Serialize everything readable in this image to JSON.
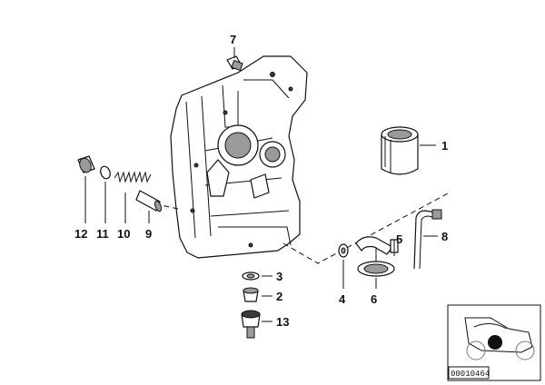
{
  "callouts": [
    "1",
    "2",
    "3",
    "4",
    "5",
    "6",
    "7",
    "8",
    "9",
    "10",
    "11",
    "12",
    "13"
  ],
  "inset": {
    "ref_number": "00010464"
  }
}
